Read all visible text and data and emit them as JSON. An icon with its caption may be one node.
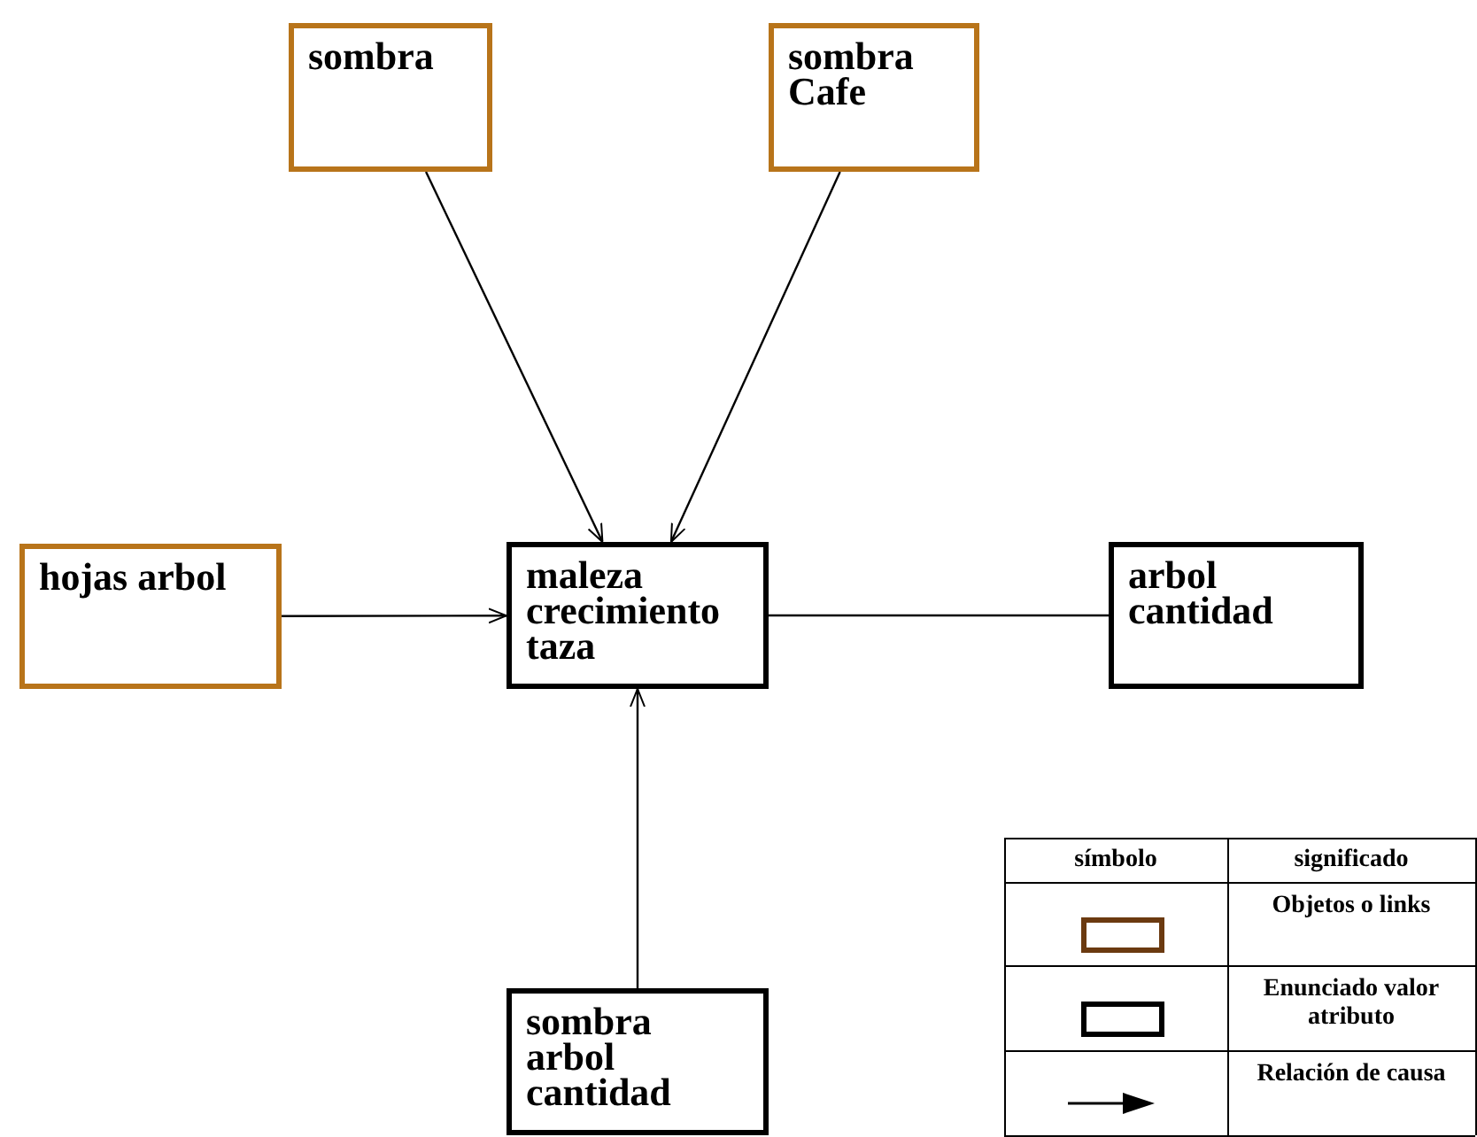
{
  "diagram": {
    "nodes": [
      {
        "text": [
          "sombra"
        ]
      },
      {
        "text": [
          "sombra Cafe"
        ]
      },
      {
        "text": [
          "hojas arbol"
        ]
      },
      {
        "text": [
          "maleza crecimiento taza"
        ]
      },
      {
        "text": [
          "arbol cantidad"
        ]
      },
      {
        "text": [
          "sombra arbol cantidad"
        ]
      }
    ],
    "edges": [
      {
        "from": 0,
        "to": 3,
        "arrow": "to"
      },
      {
        "from": 1,
        "to": 3,
        "arrow": "to"
      },
      {
        "from": 2,
        "to": 3,
        "arrow": "to"
      },
      {
        "from": 4,
        "to": 3,
        "arrow": "none"
      },
      {
        "from": 5,
        "to": 3,
        "arrow": "to"
      }
    ],
    "labels": [
      "símbolo",
      "significado"
    ],
    "legend": [
      {
        "text": "Objetos o links"
      },
      {
        "text": "Enunciado valor atributo"
      },
      {
        "text": "Relación de causa"
      }
    ]
  }
}
